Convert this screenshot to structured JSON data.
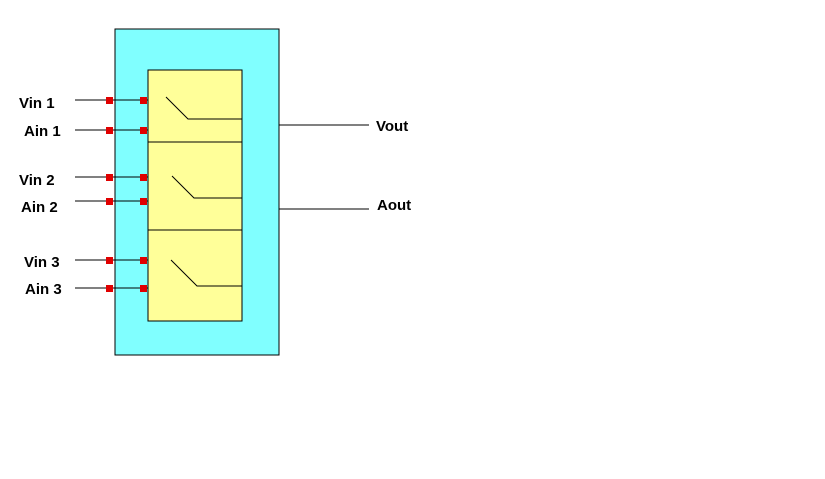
{
  "diagram": {
    "inputs": [
      {
        "label": "Vin 1"
      },
      {
        "label": "Ain 1"
      },
      {
        "label": "Vin 2"
      },
      {
        "label": "Ain 2"
      },
      {
        "label": "Vin 3"
      },
      {
        "label": "Ain 3"
      }
    ],
    "outputs": [
      {
        "label": "Vout"
      },
      {
        "label": "Aout"
      }
    ],
    "colors": {
      "outer_box": "#80ffff",
      "inner_box": "#ffff99",
      "pin": "#e00000",
      "line": "#000000"
    }
  }
}
